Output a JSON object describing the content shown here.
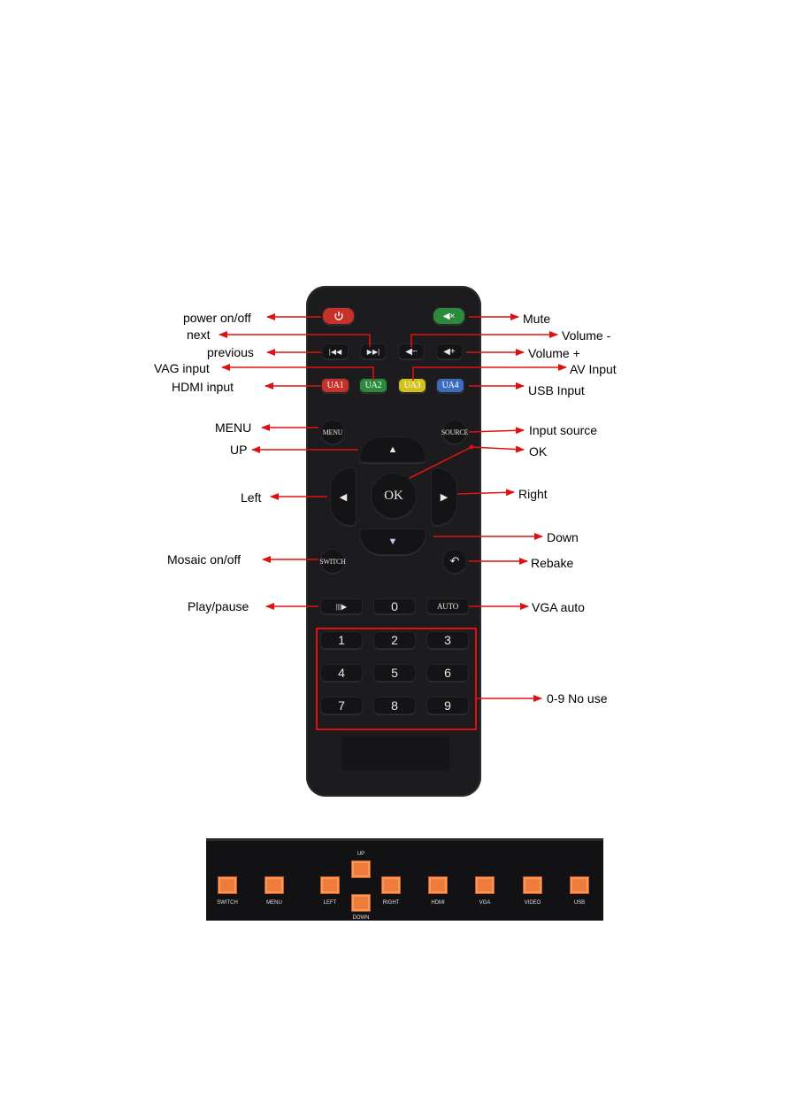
{
  "remote": {
    "buttons": {
      "ua1": "UA1",
      "ua2": "UA2",
      "ua3": "UA3",
      "ua4": "UA4",
      "menu": "MENU",
      "source": "SOURCE",
      "ok": "OK",
      "switch": "SWITCH",
      "zero": "0",
      "auto": "AUTO",
      "digits": [
        "1",
        "2",
        "3",
        "4",
        "5",
        "6",
        "7",
        "8",
        "9"
      ]
    },
    "colors": {
      "power": "#c8302a",
      "mute": "#2c8a3c",
      "ua1": "#c8302a",
      "ua2": "#2c8a3c",
      "ua3": "#d4c21c",
      "ua4": "#3c6cc0",
      "arrow": "#e01010"
    }
  },
  "labels": {
    "power": "power on/off",
    "next": "next",
    "previous": "previous",
    "vag": "VAG input",
    "hdmi": "HDMI input",
    "menu": "MENU",
    "up": "UP",
    "left": "Left",
    "mosaic": "Mosaic on/off",
    "play": "Play/pause",
    "mute": "Mute",
    "volume_minus": "Volume -",
    "volume_plus": "Volume +",
    "av": "AV Input",
    "usb": "USB Input",
    "input_source": "Input source",
    "ok": "OK",
    "right": "Right",
    "down": "Down",
    "rebake": "Rebake",
    "vga_auto": "VGA auto",
    "no_use": "0-9 No use"
  },
  "panel": {
    "switch": "SWITCH",
    "menu": "MENU",
    "left": "LEFT",
    "up": "UP",
    "down": "DOWN",
    "right": "RIGHT",
    "hdmi": "HDMI",
    "vga": "VGA",
    "video": "VIDEO",
    "usb": "USB"
  }
}
